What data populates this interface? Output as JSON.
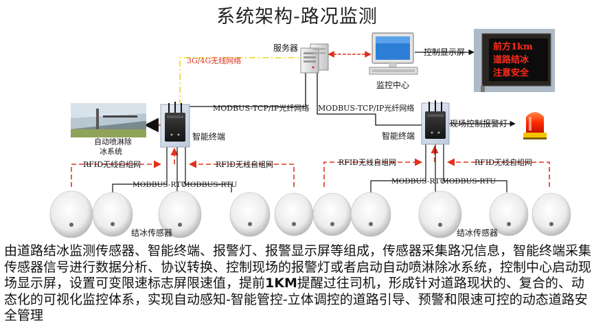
{
  "title": "系统架构-路况监测",
  "labels": {
    "server": "服务器",
    "network_3g4g": "3G/4G无线网络",
    "monitor_center": "监控中心",
    "control_screen": "控制显示屏",
    "modbus_tcp": "MODBUS-TCP/IP光纤网络",
    "smart_terminal": "智能终端",
    "auto_spray_line1": "自动喷淋除",
    "auto_spray_line2": "冰系统",
    "site_alarm_light": "现场控制报警灯",
    "rfid_network": "RFID无线自组网",
    "modbus_rtu": "MODBUS-RTU",
    "ice_sensor": "结冰传感器"
  },
  "led_sign": {
    "line1": "前方1km",
    "line2": "道路结冰",
    "line3": "注意安全"
  },
  "colors": {
    "rfid_line": "#e0311f",
    "network_line": "#f3d615",
    "led_text": "#ff2a1a",
    "arrow_orange": "#ef7a24"
  },
  "description": {
    "part1": "由道路结冰监测传感器、智能终端、报警灯、报警显示屏等组成，传感器采集路况信息，智能终端采集传感器信号进行数据分析、协议转换、控制现场的报警灯或者启动自动喷淋除冰系统，控制中心启动现场显示屏，设置可变限速标志屏限速值，提前",
    "highlight": "1KM",
    "part2": "提醒过往司机，形成针对道路现状的、复合的、动态化的可视化监控体系，实现自动感知-智能管控-立体调控的道路引导、预警和限速可控的动态道路安全管理"
  }
}
